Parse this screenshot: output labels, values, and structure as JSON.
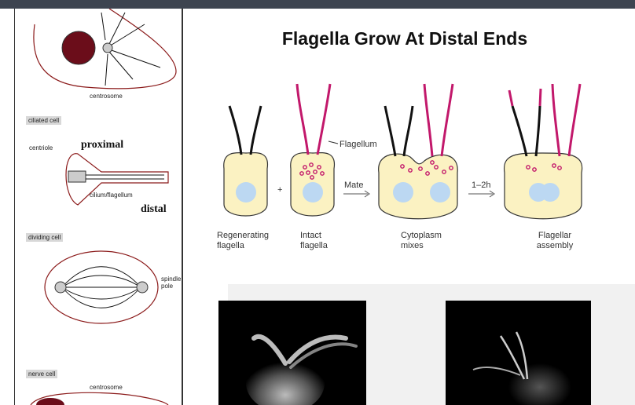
{
  "slide": {
    "title": "Flagella Grow At Distal Ends"
  },
  "left_figure": {
    "labels": {
      "centrosome_top": "centrosome",
      "ciliated_cell": "ciliated cell",
      "centriole": "centriole",
      "proximal": "proximal",
      "cilium_flagellum": "cilium/flagellum",
      "distal": "distal",
      "dividing_cell": "dividing cell",
      "spindle_pole": "spindle pole",
      "nerve_cell": "nerve cell",
      "centrosome_bottom": "centrosome"
    }
  },
  "diagram": {
    "flagellum_label": "Flagellum",
    "mate_label": "Mate",
    "time_label": "1–2h",
    "plus_sign": "+",
    "captions": {
      "regenerating": "Regenerating flagella",
      "intact": "Intact flagella",
      "cytoplasm": "Cytoplasm mixes",
      "assembly": "Flagellar assembly"
    },
    "colors": {
      "cell_fill": "#fbf2c2",
      "nucleus": "#bcd8f2",
      "new_flagella": "#c2186b",
      "old_flagella": "#111111"
    }
  }
}
